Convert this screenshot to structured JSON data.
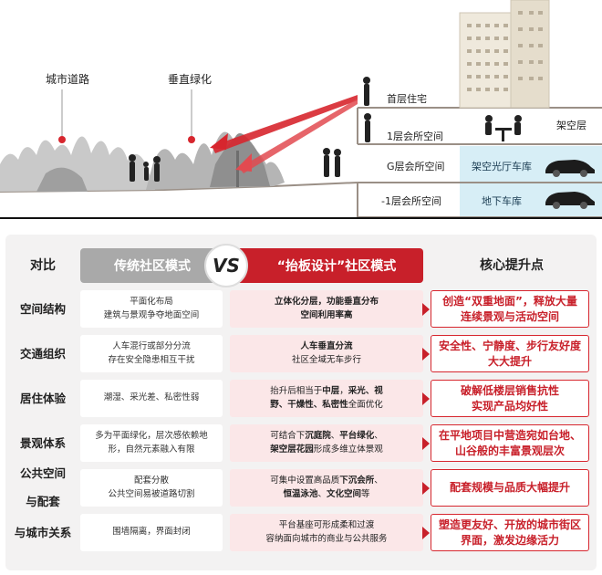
{
  "scene": {
    "labels": {
      "city_road": "城市道路",
      "vertical_green": "垂直绿化",
      "first_floor_residence": "首层住宅",
      "f1_club": "1层会所空间",
      "g_club": "G层会所空间",
      "b1_club": "-1层会所空间",
      "stilt_floor": "架空层",
      "stilt_hall_garage": "架空光厅车库",
      "underground_garage": "地下车库"
    }
  },
  "table": {
    "header": {
      "compare": "对比",
      "traditional": "传统社区模式",
      "vs": "VS",
      "lifted": "“抬板设计”社区模式",
      "core": "核心提升点"
    },
    "rows": [
      {
        "label": "空间结构",
        "traditional": [
          "平面化布局",
          "建筑与景观争夺地面空间"
        ],
        "lifted": [
          [
            [
              "立体化分层，功能垂直分布",
              true
            ]
          ],
          [
            [
              "空间利用率高",
              true
            ]
          ]
        ],
        "core": [
          "创造“双重地面”，释放大量",
          "连续景观与活动空间"
        ]
      },
      {
        "label": "交通组织",
        "traditional": [
          "人车混行或部分分流",
          "存在安全隐患相互干扰"
        ],
        "lifted": [
          [
            [
              "人车垂直分流",
              true
            ]
          ],
          [
            [
              "社区全域无车步行",
              false
            ]
          ]
        ],
        "core": [
          "安全性、宁静度、步行友好度",
          "大大提升"
        ]
      },
      {
        "label": "居住体验",
        "traditional": [
          "潮湿、采光差、私密性弱"
        ],
        "lifted": [
          [
            [
              "抬升后相当于",
              false
            ],
            [
              "中层",
              true
            ],
            [
              "，",
              false
            ],
            [
              "采光、视",
              true
            ]
          ],
          [
            [
              "野、干燥性、私密性",
              true
            ],
            [
              "全面优化",
              false
            ]
          ]
        ],
        "core": [
          "破解低楼层销售抗性",
          "实现产品均好性"
        ]
      },
      {
        "label": "景观体系",
        "traditional": [
          "多为平面绿化，层次感依赖地",
          "形，自然元素融入有限"
        ],
        "lifted": [
          [
            [
              "可结合下",
              false
            ],
            [
              "沉庭院",
              true
            ],
            [
              "、",
              false
            ],
            [
              "平台绿化",
              true
            ],
            [
              "、",
              false
            ]
          ],
          [
            [
              "架空层花园",
              true
            ],
            [
              "形成多维立体景观",
              false
            ]
          ]
        ],
        "core": [
          "在平地项目中营造宛如台地、",
          "山谷般的丰富景观层次"
        ]
      },
      {
        "label": "公共空间与配套",
        "label_lines": [
          "公共空间",
          "与配套"
        ],
        "traditional": [
          "配套分散",
          "公共空间易被道路切割"
        ],
        "lifted": [
          [
            [
              "可集中设置高品质",
              false
            ],
            [
              "下沉会所",
              true
            ],
            [
              "、",
              false
            ]
          ],
          [
            [
              "恒温泳池",
              true
            ],
            [
              "、",
              false
            ],
            [
              "文化空间",
              true
            ],
            [
              "等",
              false
            ]
          ]
        ],
        "core": [
          "配套规模与品质大幅提升"
        ]
      },
      {
        "label": "与城市关系",
        "traditional": [
          "围墙隔离，界面封闭"
        ],
        "lifted": [
          [
            [
              "平台基座可形成柔和过渡",
              false
            ]
          ],
          [
            [
              "容纳面向城市的商业与公共服务",
              false
            ]
          ]
        ],
        "core": [
          "塑造更友好、开放的城市街区",
          "界面，激发边缘活力"
        ]
      }
    ]
  },
  "colors": {
    "accent_red": "#c8202a",
    "header_gray": "#a9a9a9",
    "lifted_cell_bg": "#fbe7e8",
    "garage_teal": "#d7eef6"
  }
}
